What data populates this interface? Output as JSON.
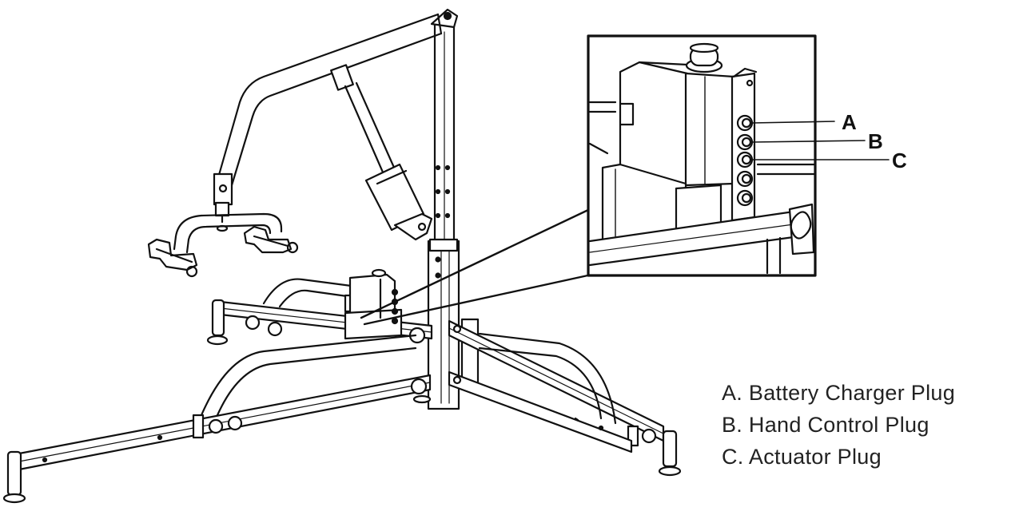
{
  "callouts": {
    "a": "A",
    "b": "B",
    "c": "C"
  },
  "legend": {
    "items": [
      "A. Battery Charger Plug",
      "B. Hand Control Plug",
      "C. Actuator Plug"
    ]
  },
  "colors": {
    "line": "#111111",
    "background": "#ffffff"
  }
}
